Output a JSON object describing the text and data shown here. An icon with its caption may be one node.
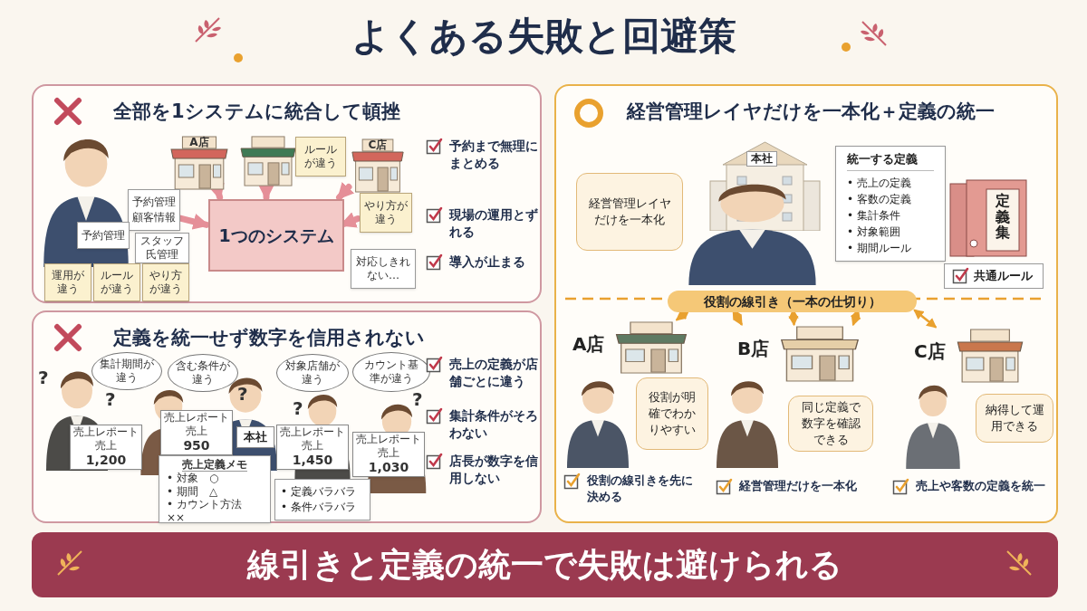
{
  "diagram": {
    "title": "よくある失敗と回避策",
    "caption": "線引きと定義の統一で失敗は避けられる",
    "nodes": [
      {
        "text": [
          "全部を1システムに統合して頓挫"
        ]
      },
      {
        "text": [
          "A店"
        ],
        "in": 0
      },
      {
        "text": [],
        "shape": "picture",
        "in": 0
      },
      {
        "text": [
          "ルールが違う"
        ],
        "in": 0
      },
      {
        "text": [
          "C店"
        ],
        "in": 0
      },
      {
        "text": [
          "予約管理",
          "顧客情報"
        ],
        "in": 0
      },
      {
        "text": [
          "予約管理"
        ],
        "in": 0
      },
      {
        "text": [
          "スタッフ氏管理"
        ],
        "in": 0
      },
      {
        "text": [
          "やり方が違う"
        ],
        "in": 0
      },
      {
        "text": [
          "1つのシステム"
        ],
        "in": 0
      },
      {
        "text": [
          "運用が違う"
        ],
        "in": 0
      },
      {
        "text": [
          "ルールが違う"
        ],
        "in": 0
      },
      {
        "text": [
          "やり方が違う"
        ],
        "in": 0
      },
      {
        "text": [
          "対応しきれない…"
        ],
        "in": 0
      },
      {
        "text": [
          "定義を統一せず数字を信用されない"
        ]
      },
      {
        "text": [
          "集計期間が違う"
        ],
        "in": 14
      },
      {
        "text": [
          "含む条件が違う"
        ],
        "in": 14
      },
      {
        "text": [
          "対象店舗が違う"
        ],
        "in": 14
      },
      {
        "text": [
          "カウント基準が違う"
        ],
        "in": 14
      },
      {
        "text": [
          "売上レポート",
          "売上",
          "1,200"
        ],
        "in": 14
      },
      {
        "text": [
          "売上レポート",
          "売上",
          "950"
        ],
        "in": 14
      },
      {
        "text": [
          "売上レポート",
          "売上",
          "1,450"
        ],
        "in": 14
      },
      {
        "text": [
          "売上レポート",
          "売上",
          "1,030"
        ],
        "in": 14
      },
      {
        "text": [
          "本社"
        ],
        "in": 14
      },
      {
        "text": [
          "売上定義メモ",
          "• 対象　○",
          "• 期間　△",
          "• カウント方法 ××"
        ],
        "in": 14
      },
      {
        "text": [
          "• 定義バラバラ",
          "• 条件バラバラ"
        ],
        "in": 14
      },
      {
        "text": [
          "経営管理レイヤだけを一本化＋定義の統一"
        ]
      },
      {
        "text": [
          "経営管理レイヤだけを一本化"
        ],
        "in": 26
      },
      {
        "text": [
          "本社"
        ],
        "in": 26
      },
      {
        "text": [
          "統一する定義",
          "• 売上の定義",
          "• 客数の定義",
          "• 集計条件",
          "• 対象範囲",
          "• 期間ルール"
        ],
        "in": 26
      },
      {
        "text": [
          "定義集"
        ],
        "in": 26
      },
      {
        "text": [
          "共通ルール"
        ],
        "in": 26
      },
      {
        "text": [
          "役割の線引き（一本の仕切り）"
        ],
        "in": 26
      },
      {
        "text": [
          "A店"
        ],
        "in": 26
      },
      {
        "text": [
          "B店"
        ],
        "in": 26
      },
      {
        "text": [
          "C店"
        ],
        "in": 26
      },
      {
        "text": [
          "役割が明確でわかりやすい"
        ],
        "in": 26
      },
      {
        "text": [
          "同じ定義で数字を確認できる"
        ],
        "in": 26
      },
      {
        "text": [
          "納得して運用できる"
        ],
        "in": 26
      }
    ],
    "edges": [
      {
        "from": 1,
        "to": 9,
        "arrow": "to",
        "style": "thick",
        "color": "#e58f98"
      },
      {
        "from": 2,
        "to": 9,
        "arrow": "to",
        "style": "thick",
        "color": "#e58f98"
      },
      {
        "from": 4,
        "to": 9,
        "arrow": "to",
        "style": "thick",
        "color": "#e58f98"
      },
      {
        "from": 5,
        "to": 9,
        "arrow": "to",
        "style": "thick",
        "color": "#e58f98"
      },
      {
        "from": 8,
        "to": 9,
        "arrow": "to",
        "style": "thick",
        "color": "#e58f98"
      },
      {
        "from": 32,
        "to": 33,
        "arrow": "both",
        "color": "#e9a12f"
      },
      {
        "from": 32,
        "to": 34,
        "arrow": "both",
        "color": "#e9a12f"
      },
      {
        "from": 32,
        "to": 34,
        "arrow": "both",
        "color": "#e9a12f"
      },
      {
        "from": 32,
        "to": 34,
        "arrow": "both",
        "color": "#e9a12f"
      },
      {
        "from": 32,
        "to": 35,
        "arrow": "both",
        "color": "#e9a12f"
      }
    ],
    "labels": [
      "予約まで無理にまとめる",
      "現場の運用とずれる",
      "導入が止まる",
      "?",
      "?",
      "?",
      "?",
      "?",
      "売上の定義が店舗ごとに違う",
      "集計条件がそろわない",
      "店長が数字を信用しない",
      "役割の線引きを先に決める",
      "経営管理だけを一本化",
      "売上や客数の定義を統一"
    ]
  }
}
